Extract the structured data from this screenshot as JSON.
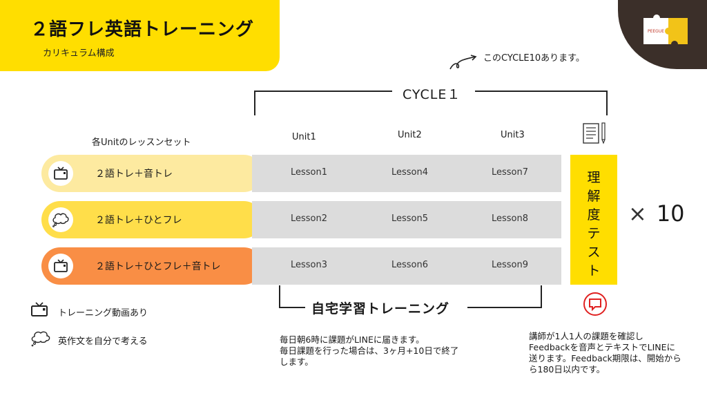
{
  "header": {
    "title": "２語フレ英語トレーニング",
    "subtitle": "カリキュラム構成",
    "bg_color": "#ffde00"
  },
  "logo": {
    "label": "PEEGUE"
  },
  "note": {
    "text": "このCYCLE10あります。"
  },
  "cycle": {
    "label": "CYCLE１"
  },
  "lesson_set_label": "各Unitのレッスンセット",
  "units": [
    "Unit1",
    "Unit2",
    "Unit3"
  ],
  "rows": [
    {
      "label": "２語トレ＋音トレ",
      "icon": "tv-icon",
      "lessons": [
        "Lesson1",
        "Lesson4",
        "Lesson7"
      ]
    },
    {
      "label": "２語トレ＋ひとフレ",
      "icon": "thought-bubble-icon",
      "lessons": [
        "Lesson2",
        "Lesson5",
        "Lesson8"
      ]
    },
    {
      "label": "２語トレ＋ひとフレ＋音トレ",
      "icon": "tv-icon",
      "lessons": [
        "Lesson3",
        "Lesson6",
        "Lesson9"
      ]
    }
  ],
  "test": {
    "chars": [
      "理",
      "解",
      "度",
      "テ",
      "ス",
      "ト"
    ]
  },
  "multiplier": {
    "symbol": "×",
    "value": "10"
  },
  "home_study": {
    "label": "自宅学習トレーニング"
  },
  "legend": [
    {
      "icon": "tv-icon",
      "text": "トレーニング動画あり"
    },
    {
      "icon": "thought-bubble-icon",
      "text": "英作文を自分で考える"
    }
  ],
  "desc_home": {
    "line1": "毎日朝6時に課題がLINEに届きます。",
    "line2": "毎日課題を行った場合は、3ヶ月+10日で終了",
    "line3": "します。"
  },
  "desc_feedback": {
    "line1": "講師が1人1人の課題を確認し",
    "line2": "Feedbackを音声とテキストでLINEに",
    "line3": "送ります。Feedback期限は、開始から",
    "line4": "ら180日以内です。"
  },
  "colors": {
    "row1": "#fdeaa0",
    "row2": "#ffde4a",
    "row3": "#f98e45",
    "gray": "#dcdcdc",
    "corner": "#3b2f29",
    "feedback_icon": "#e02020"
  }
}
